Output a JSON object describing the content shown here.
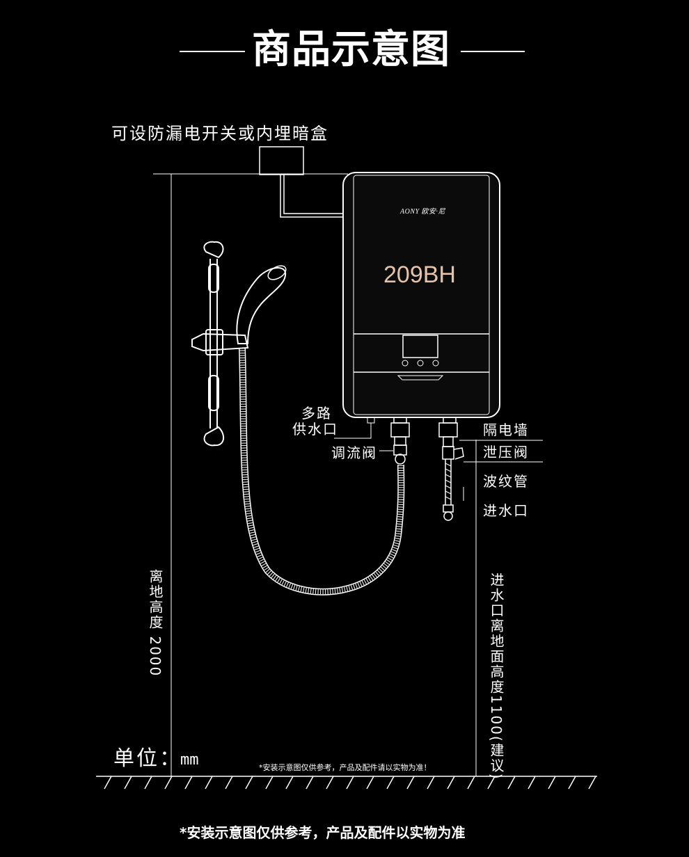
{
  "title": "商品示意图",
  "labels": {
    "leak_switch": "可设防漏电开关或内埋暗盒",
    "brand": "AONY 欧安·尼",
    "model": "209BH",
    "multi_supply_line1": "多路",
    "multi_supply_line2": "供水口",
    "flow_valve": "调流阀",
    "wall": "隔电墙",
    "relief_valve": "泄压阀",
    "corrugated_hose": "波纹管",
    "water_inlet": "进水口",
    "height": "离地高度 2000",
    "inlet_height": "进水口离地面高度1100(建议)",
    "unit_label": "单位：",
    "unit_value": "mm",
    "small_note": "*安装示意图仅供参考，产品及配件请以实物为准！",
    "bottom_note": "*安装示意图仅供参考，产品及配件以实物为准"
  },
  "colors": {
    "background": "#000000",
    "line": "#ffffff",
    "heater_body": "#0b0b0b",
    "model_text": "#e6c2a8"
  }
}
